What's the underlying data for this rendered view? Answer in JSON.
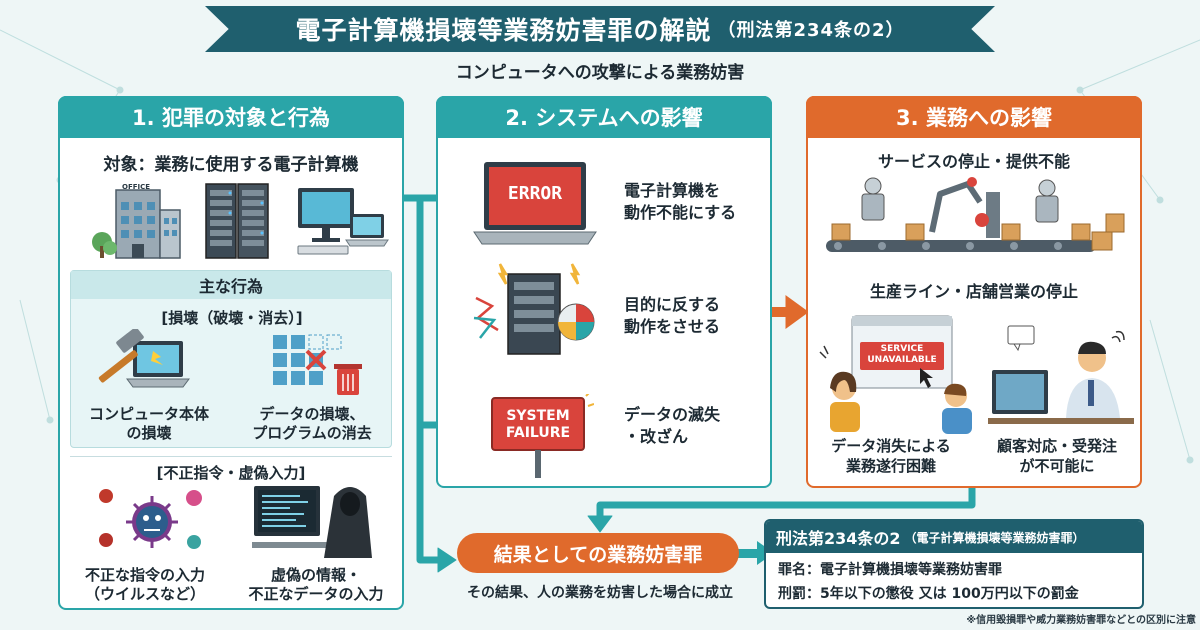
{
  "title": {
    "main": "電子計算機損壊等業務妨害罪の解説",
    "sub": "（刑法第234条の2）"
  },
  "subtitle": "コンピュータへの攻撃による業務妨害",
  "panel1": {
    "heading": "1. 犯罪の対象と行為",
    "target": "対象：業務に使用する電子計算機",
    "office_sign": "OFFICE",
    "main_acts": "主な行為",
    "destruction": {
      "heading": "[損壊（破壊・消去）]",
      "item1": [
        "コンピュータ本体",
        "の損壊"
      ],
      "item2": [
        "データの損壊、",
        "プログラムの消去"
      ]
    },
    "fraud": {
      "heading": "[不正指令・虚偽入力]",
      "item1": [
        "不正な指令の入力",
        "（ウイルスなど）"
      ],
      "item2": [
        "虚偽の情報・",
        "不正なデータの入力"
      ]
    }
  },
  "panel2": {
    "heading": "2. システムへの影響",
    "error_label": "ERROR",
    "effect1": [
      "電子計算機を",
      "動作不能にする"
    ],
    "effect2": [
      "目的に反する",
      "動作をさせる"
    ],
    "failure_label": [
      "SYSTEM",
      "FAILURE"
    ],
    "effect3": [
      "データの滅失",
      "・改ざん"
    ]
  },
  "panel3": {
    "heading": "3. 業務への影響",
    "service_stop": "サービスの停止・提供不能",
    "line_stop": "生産ライン・店舗営業の停止",
    "unavailable_label": [
      "SERVICE",
      "UNAVAILABLE"
    ],
    "impact1": [
      "データ消失による",
      "業務遂行困難"
    ],
    "impact2": [
      "顧客対応・受発注",
      "が不可能に"
    ]
  },
  "result": {
    "label": "結果としての業務妨害罪",
    "note": "その結果、人の業務を妨害した場合に成立"
  },
  "law": {
    "heading": "刑法第234条の2",
    "heading_sub": "（電子計算機損壊等業務妨害罪）",
    "name_row": "罪名：電子計算機損壊等業務妨害罪",
    "penalty_row": "刑罰：5年以下の懲役 又は 100万円以下の罰金"
  },
  "footnote": "※信用毀損罪や威力業務妨害罪などとの区別に注意",
  "colors": {
    "teal": "#2aa5a8",
    "dark_teal": "#1f5f6e",
    "orange": "#e06a2c",
    "red": "#d9443c"
  }
}
